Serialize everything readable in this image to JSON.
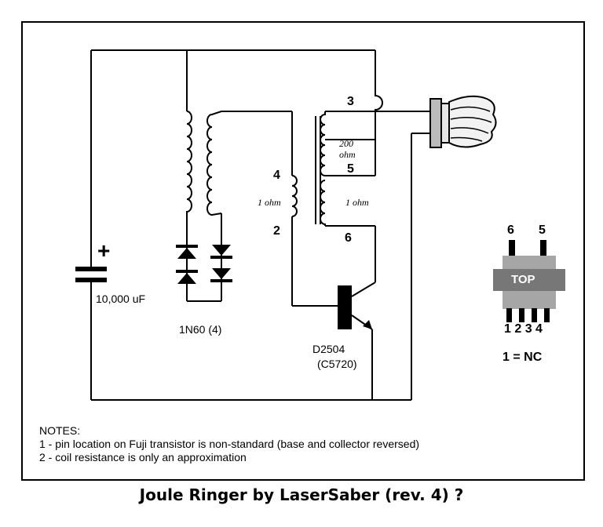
{
  "title": "Joule Ringer by LaserSaber (rev. 4) ?",
  "capacitor": {
    "value": "10,000 uF",
    "polarity": "+"
  },
  "diodes": {
    "label": "1N60 (4)"
  },
  "transformer": {
    "pins": [
      "3",
      "4",
      "5",
      "2",
      "6"
    ],
    "resistances": {
      "primary_top": "200\nohm",
      "primary_bottom": "1 ohm",
      "base": "1 ohm"
    }
  },
  "transistor": {
    "label": "D2504",
    "alt_label": "(C5720)"
  },
  "pinout": {
    "top_pins": [
      "6",
      "5"
    ],
    "chip_label": "TOP",
    "bottom_pins": "1 2 3 4",
    "nc_note": "1 = NC"
  },
  "notes": {
    "heading": "NOTES:",
    "items": [
      "1 - pin location on Fuji transistor is non-standard (base and collector reversed)",
      "2 - coil resistance is only an approximation"
    ]
  },
  "colors": {
    "ink": "#000000",
    "chip_dark": "#777777",
    "chip_light": "#a6a6a6",
    "bulb": "#dcdcdc"
  }
}
